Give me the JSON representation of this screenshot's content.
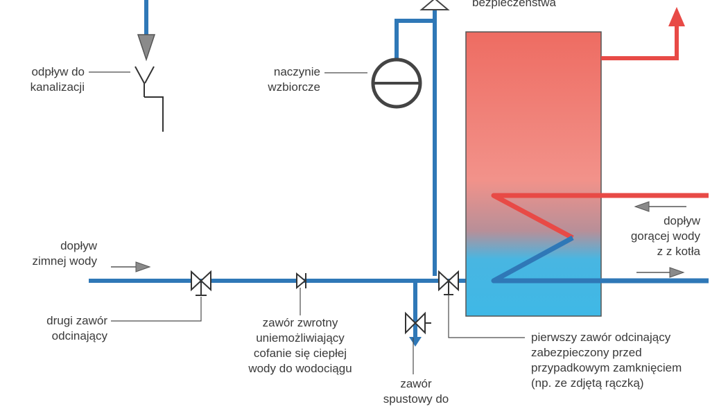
{
  "labels": {
    "top_cut": "bezpieczeństwa",
    "drain_sewer": [
      "odpływ do",
      "kanalizacji"
    ],
    "expansion_vessel": [
      "naczynie",
      "wzbiorcze"
    ],
    "cold_water_inlet": [
      "dopływ",
      "zimnej wody"
    ],
    "hot_water_inlet": [
      "dopływ",
      "gorącej wody",
      "z z kotła"
    ],
    "second_shutoff_valve": [
      "drugi zawór",
      "odcinający"
    ],
    "check_valve": [
      "zawór zwrotny",
      "uniemożliwiający",
      "cofanie się ciepłej",
      "wody do wodociągu"
    ],
    "drain_valve": [
      "zawór",
      "spustowy do"
    ],
    "first_shutoff_valve": [
      "pierwszy zawór odcinający",
      "zabezpieczony przed",
      "przypadkowym zamknięciem",
      "(np. ze zdjętą rączką)"
    ]
  },
  "colors": {
    "pipe_blue": "#2f78b7",
    "pipe_red": "#e84a46",
    "tank_hot": "#ee6c62",
    "tank_cold": "#3fb8e6",
    "leader_line": "#4a4a4a",
    "text": "#3a3a3a"
  }
}
